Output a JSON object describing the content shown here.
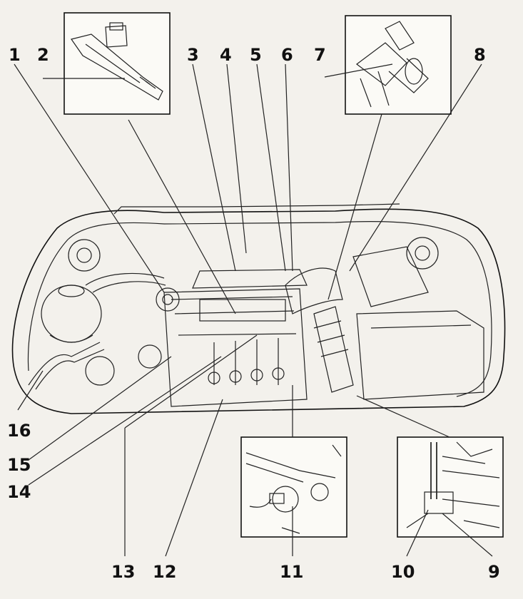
{
  "diagram": {
    "callouts": [
      "1",
      "2",
      "3",
      "4",
      "5",
      "6",
      "7",
      "8",
      "9",
      "10",
      "11",
      "12",
      "13",
      "14",
      "15",
      "16"
    ],
    "insets": [
      "injector-detail-inset",
      "sensor-detail-inset",
      "connector-detail-inset",
      "relay-detail-inset"
    ]
  }
}
